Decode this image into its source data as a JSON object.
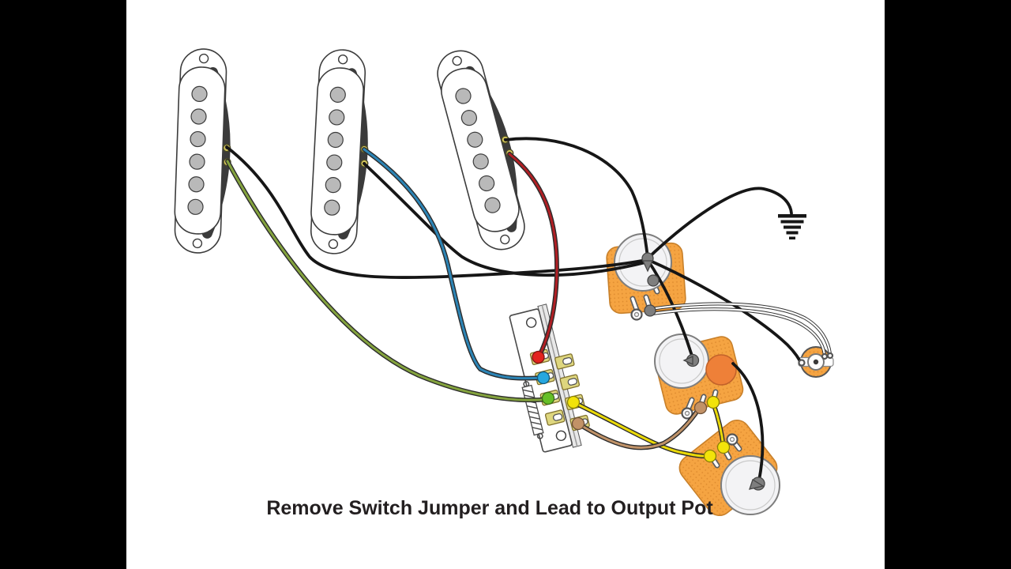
{
  "caption": {
    "text": "Remove Switch Jumper and Lead to Output Pot"
  },
  "palette": {
    "frame": "#000000",
    "canvas": "#ffffff",
    "line": "#3c3c3c",
    "coil": "#3b3b3b",
    "pole-gray": "#b9b9b9",
    "eyelet-olive": "#d6c75a",
    "wire-black": "#161616",
    "wire-outline": "#2b2b2b",
    "wire-green": "#84a33e",
    "wire-blue": "#2c84b5",
    "wire-red": "#b01f24",
    "wire-yellow": "#ead908",
    "wire-tan": "#bf9268",
    "wire-white": "#ffffff",
    "pot-orange": "#f5a442",
    "pot-orange-border": "#c8802a",
    "pot-face": "#f3f3f5",
    "cap-orange": "#ee8038",
    "terminal": "#ded67e",
    "terminal-border": "#80712c",
    "blob-red": "#e3241d",
    "blob-blue": "#27a7df",
    "blob-green": "#66bf27",
    "blob-yellow": "#f2e30a",
    "blob-tan": "#c29267",
    "blob-gray": "#7e7e7e"
  },
  "components": [
    "neck-pickup",
    "middle-pickup",
    "bridge-pickup",
    "five-way-switch",
    "switch-spring",
    "volume-pot",
    "tone-pot-1",
    "tone-pot-2",
    "tone-capacitor",
    "output-jack",
    "ground-symbol"
  ],
  "wires": [
    {
      "name": "neck-ground",
      "color": "black"
    },
    {
      "name": "neck-hot",
      "color": "green"
    },
    {
      "name": "middle-hot",
      "color": "blue"
    },
    {
      "name": "middle-ground",
      "color": "black"
    },
    {
      "name": "bridge-ground",
      "color": "black"
    },
    {
      "name": "bridge-hot",
      "color": "red"
    },
    {
      "name": "switch-to-tone2",
      "color": "yellow"
    },
    {
      "name": "switch-to-tone1",
      "color": "tan"
    },
    {
      "name": "tone1-to-tone2",
      "color": "yellow"
    },
    {
      "name": "pot-to-ground-symbol",
      "color": "black"
    },
    {
      "name": "pot-to-jack",
      "color": "black"
    },
    {
      "name": "jack-lead-pair",
      "color": "white"
    }
  ]
}
